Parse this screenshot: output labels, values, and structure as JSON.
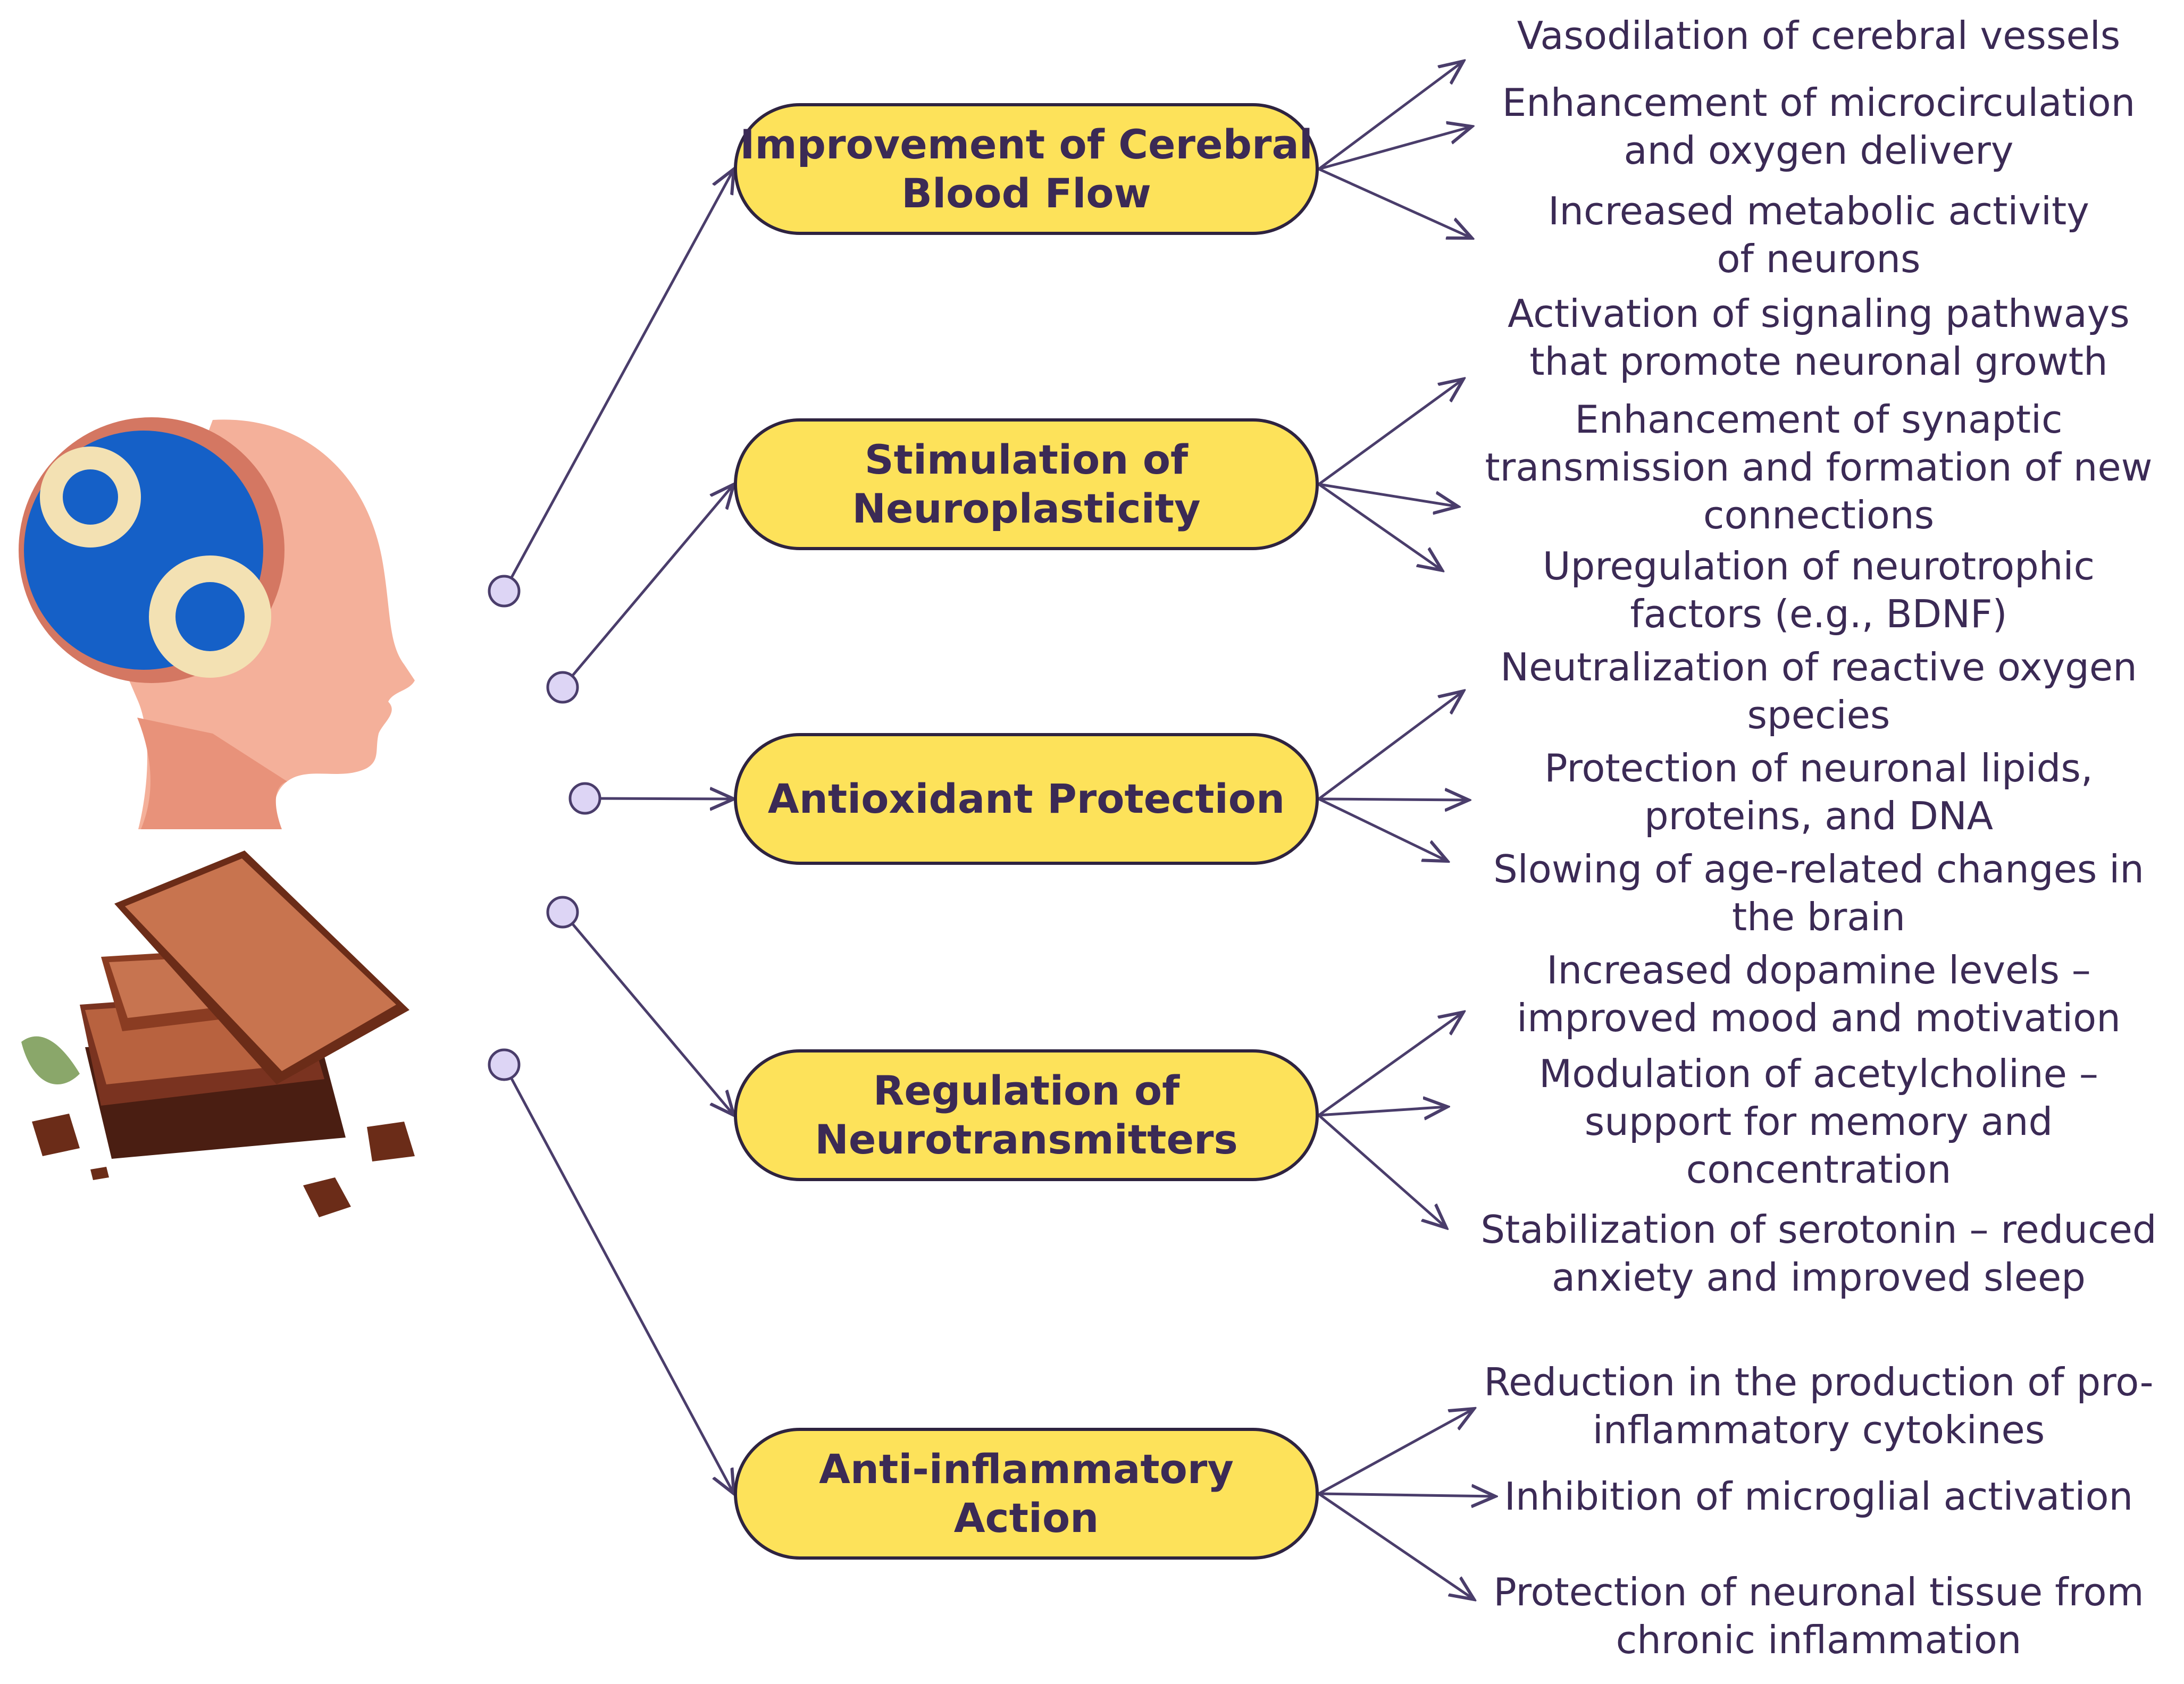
{
  "mechanisms": [
    {
      "label_lines": [
        "Improvement of Cerebral",
        "Blood Flow"
      ],
      "effects": [
        [
          "Vasodilation of cerebral vessels"
        ],
        [
          "Enhancement of microcirculation",
          "and oxygen delivery"
        ],
        [
          "Increased metabolic activity",
          "of neurons"
        ]
      ]
    },
    {
      "label_lines": [
        "Stimulation of",
        "Neuroplasticity"
      ],
      "effects": [
        [
          "Activation of signaling pathways",
          "that promote neuronal growth"
        ],
        [
          "Enhancement of synaptic",
          "transmission and formation of new",
          "connections"
        ],
        [
          "Upregulation of neurotrophic",
          "factors (e.g., BDNF)"
        ]
      ]
    },
    {
      "label_lines": [
        "Antioxidant Protection"
      ],
      "effects": [
        [
          "Neutralization of reactive oxygen",
          "species"
        ],
        [
          "Protection of neuronal lipids,",
          "proteins, and DNA"
        ],
        [
          "Slowing of age-related changes in",
          "the brain"
        ]
      ]
    },
    {
      "label_lines": [
        "Regulation of",
        "Neurotransmitters"
      ],
      "effects": [
        [
          "Increased dopamine levels –",
          "improved mood and motivation"
        ],
        [
          "Modulation of acetylcholine –",
          "support for memory and",
          "concentration"
        ],
        [
          "Stabilization of serotonin – reduced",
          "anxiety and improved sleep"
        ]
      ]
    },
    {
      "label_lines": [
        "Anti-inflammatory",
        "Action"
      ],
      "effects": [
        [
          "Reduction in the production of pro-",
          "inflammatory cytokines"
        ],
        [
          "Inhibition of microglial activation"
        ],
        [
          "Protection of neuronal tissue from",
          "chronic inflammation"
        ]
      ]
    }
  ],
  "icons": [
    "head-with-gears-icon",
    "chocolate-bars-icon"
  ],
  "colors": {
    "pill_fill": "#fde25a",
    "pill_border": "#2e2340",
    "text": "#3b2a55",
    "connector": "#4a3d6b",
    "node_fill": "#ddd5f5"
  }
}
